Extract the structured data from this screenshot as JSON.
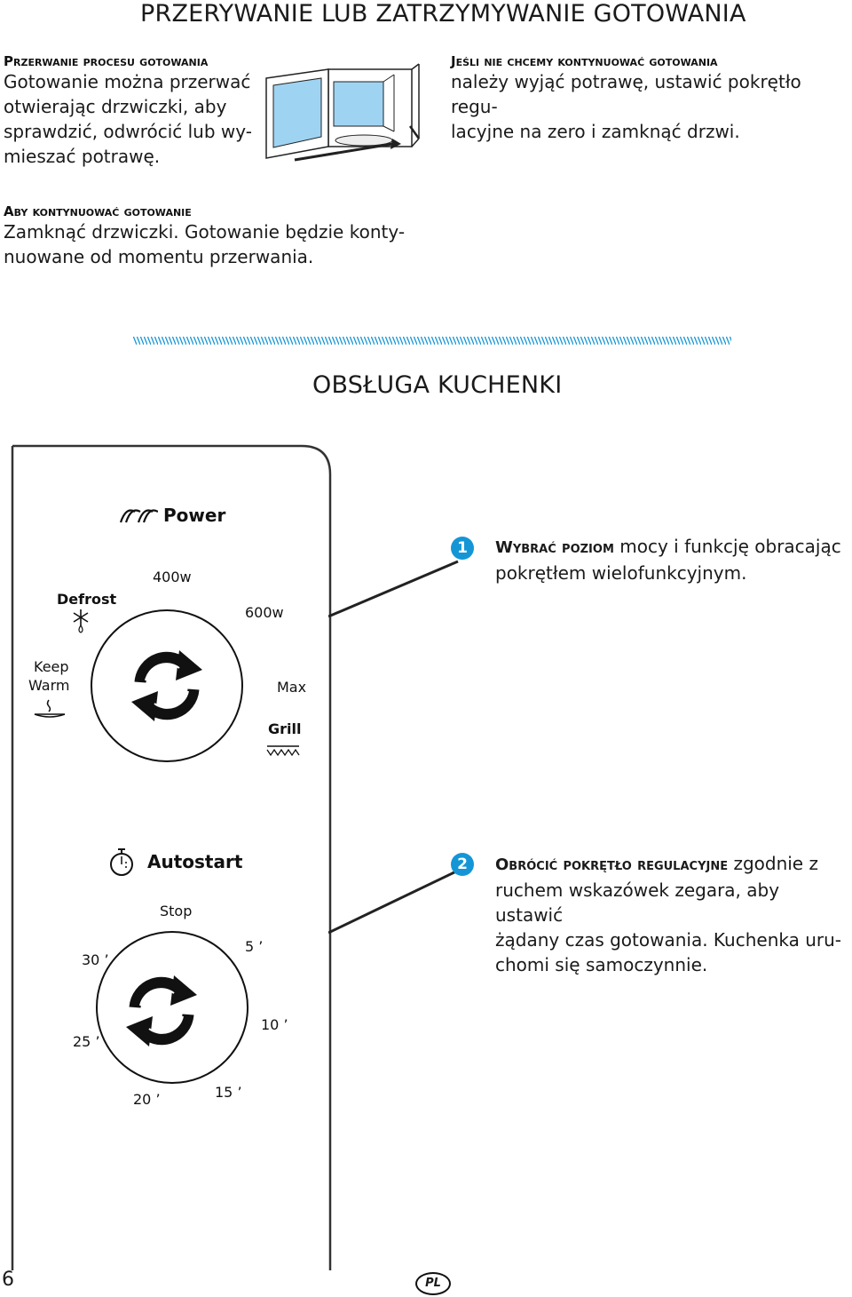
{
  "header": {
    "title": "PRZERYWANIE LUB ZATRZYMYWANIE GOTOWANIA"
  },
  "section_interrupt": {
    "heading": "Przerwanie procesu gotowania",
    "lines": [
      "Gotowanie można przerwać",
      "otwierając drzwiczki, aby",
      "sprawdzić, odwrócić lub wy-",
      "mieszać potrawę."
    ]
  },
  "section_stop": {
    "heading": "Jeśli nie chcemy kontynuować gotowania",
    "lines": [
      "należy wyjąć potrawę, ustawić pokrętło regu-",
      "lacyjne na zero i zamknąć drzwi."
    ]
  },
  "section_continue": {
    "heading": "Aby kontynuować gotowanie",
    "lines": [
      "Zamknąć drzwiczki. Gotowanie będzie konty-",
      "nuowane od momentu przerwania."
    ]
  },
  "section2": {
    "title": "OBSŁUGA KUCHENKI"
  },
  "power_dial": {
    "title": "Power",
    "labels": {
      "p400": "400w",
      "p600": "600w",
      "defrost": "Defrost",
      "keep1": "Keep",
      "keep2": "Warm",
      "max": "Max",
      "grill": "Grill"
    }
  },
  "timer_dial": {
    "title": "Autostart",
    "labels": {
      "stop": "Stop",
      "t5": "5 ’",
      "t10": "10 ’",
      "t15": "15 ’",
      "t20": "20 ’",
      "t25": "25 ’",
      "t30": "30 ’"
    }
  },
  "steps": [
    {
      "number": "1",
      "head": "Wybrać poziom",
      "lines": [
        "mocy i funkcję obracając",
        "pokrętłem wielofunkcyjnym."
      ]
    },
    {
      "number": "2",
      "head": "Obrócić pokrętło regulacyjne",
      "lines": [
        "zgodnie z",
        "ruchem wskazówek zegara, aby ustawić",
        "żądany czas gotowania. Kuchenka uru-",
        "chomi się samoczynnie."
      ]
    }
  ],
  "footer": {
    "page_number": "6",
    "language_badge": "PL"
  },
  "colors": {
    "accent": "#1496d6",
    "window_blue": "#9fd3f2",
    "text": "#1a1a1a"
  }
}
